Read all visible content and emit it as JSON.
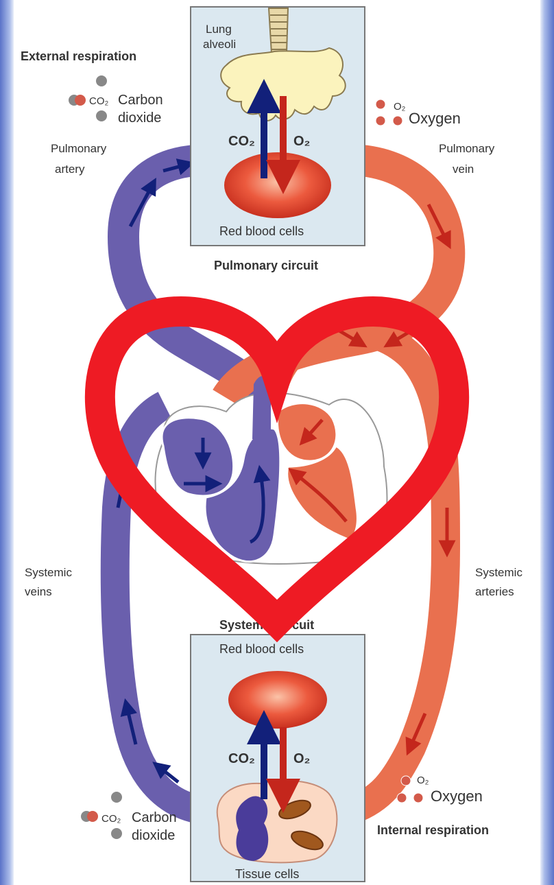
{
  "labels": {
    "external_respiration": "External respiration",
    "lung_alveoli_line1": "Lung",
    "lung_alveoli_line2": "alveoli",
    "pulmonary_artery_line1": "Pulmonary",
    "pulmonary_artery_line2": "artery",
    "pulmonary_vein_line1": "Pulmonary",
    "pulmonary_vein_line2": "vein",
    "red_blood_cells_top": "Red blood cells",
    "pulmonary_circuit": "Pulmonary circuit",
    "systemic_veins_line1": "Systemic",
    "systemic_veins_line2": "veins",
    "systemic_arteries_line1": "Systemic",
    "systemic_arteries_line2": "arteries",
    "systemic_circuit": "Systemic circuit",
    "red_blood_cells_bottom": "Red blood cells",
    "tissue_cells": "Tissue cells",
    "internal_respiration": "Internal respiration"
  },
  "legend": {
    "co2_symbol": "CO₂",
    "o2_symbol": "O₂",
    "carbon": "Carbon",
    "dioxide": "dioxide",
    "oxygen": "Oxygen"
  },
  "gas_arrows": {
    "co2": "CO₂",
    "o2": "O₂"
  },
  "colors": {
    "deoxygenated": "#6a5fad",
    "oxygenated": "#e9704f",
    "heart_outline": "#ee1b24",
    "panel_bg": "#dbe8f0",
    "rbc": "#e8452e",
    "arrow_blue": "#12207a",
    "arrow_red": "#c4261c"
  }
}
